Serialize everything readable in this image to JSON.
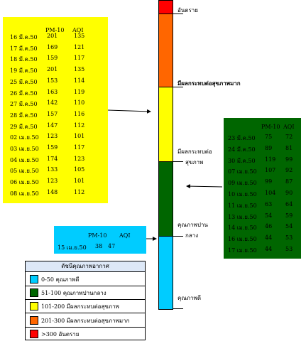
{
  "yellow_panel": {
    "header_pm": "PM-10",
    "header_aqi": "AQI",
    "rows": [
      {
        "date": "16 มี.ค.50",
        "pm": "201",
        "aqi": "135"
      },
      {
        "date": "17 มี.ค.50",
        "pm": "169",
        "aqi": "121"
      },
      {
        "date": "18 มี.ค.50",
        "pm": "159",
        "aqi": "117"
      },
      {
        "date": "19 มี.ค.50",
        "pm": "201",
        "aqi": "135"
      },
      {
        "date": "25 มี.ค.50",
        "pm": "153",
        "aqi": "114"
      },
      {
        "date": "26 มี.ค.50",
        "pm": "163",
        "aqi": "119"
      },
      {
        "date": "27 มี.ค.50",
        "pm": "142",
        "aqi": "110"
      },
      {
        "date": "28 มี.ค.50",
        "pm": "157",
        "aqi": "116"
      },
      {
        "date": "29 มี.ค.50",
        "pm": "147",
        "aqi": "112"
      },
      {
        "date": "02 เม.ย.50",
        "pm": "123",
        "aqi": "101"
      },
      {
        "date": "03 เม.ย.50",
        "pm": "159",
        "aqi": "117"
      },
      {
        "date": "04 เม.ย.50",
        "pm": "174",
        "aqi": "123"
      },
      {
        "date": "05 เม.ย.50",
        "pm": "133",
        "aqi": "105"
      },
      {
        "date": "06 เม.ย.50",
        "pm": "123",
        "aqi": "101"
      },
      {
        "date": "08 เม.ย.50",
        "pm": "148",
        "aqi": "112"
      }
    ]
  },
  "green_panel": {
    "header_pm": "PM-10",
    "header_aqi": "AQI",
    "rows": [
      {
        "date": "23 มี.ค.50",
        "pm": "75",
        "aqi": "72"
      },
      {
        "date": "24 มี.ค.50",
        "pm": "89",
        "aqi": "81"
      },
      {
        "date": "30 มี.ค.50",
        "pm": "119",
        "aqi": "99"
      },
      {
        "date": "07 เม.ย.50",
        "pm": "107",
        "aqi": "92"
      },
      {
        "date": "09 เม.ย.50",
        "pm": "99",
        "aqi": "87"
      },
      {
        "date": "10 เม.ย.50",
        "pm": "104",
        "aqi": "90"
      },
      {
        "date": "11 เม.ย.50",
        "pm": "63",
        "aqi": "64"
      },
      {
        "date": "13 เม.ย.50",
        "pm": "54",
        "aqi": "59"
      },
      {
        "date": "14 เม.ย.50",
        "pm": "46",
        "aqi": "54"
      },
      {
        "date": "16 เม.ย.50",
        "pm": "44",
        "aqi": "53"
      },
      {
        "date": "17 เม.ย.50",
        "pm": "44",
        "aqi": "53"
      }
    ]
  },
  "cyan_panel": {
    "header_pm": "PM-10",
    "header_aqi": "AQI",
    "date": "15 เม.ย.50",
    "pm": "38",
    "aqi": "47"
  },
  "scale": {
    "label_hazardous": "อันตราย",
    "label_very_unhealthy": "มีผลกระทบต่อสุขภาพมาก",
    "label_unhealthy_1": "มีผลกระทบต่อ",
    "label_unhealthy_2": "สุขภาพ",
    "label_moderate_1": "คุณภาพปาน",
    "label_moderate_2": "กลาง",
    "label_good": "คุณภาพดี"
  },
  "legend": {
    "title": "ดัชนีคุณภาพอากาศ",
    "items": [
      {
        "label": "0-50 คุณภาพดี",
        "color": "#00ccff"
      },
      {
        "label": "51-100 คุณภาพปานกลาง",
        "color": "#006600"
      },
      {
        "label": "101-200 มีผลกระทบต่อสุขภาพ",
        "color": "#ffff00"
      },
      {
        "label": "201-300 มีผลกระทบต่อสุขภาพมาก",
        "color": "#ff6600"
      },
      {
        "label": ">300 อันตราย",
        "color": "#ff0000"
      }
    ]
  }
}
